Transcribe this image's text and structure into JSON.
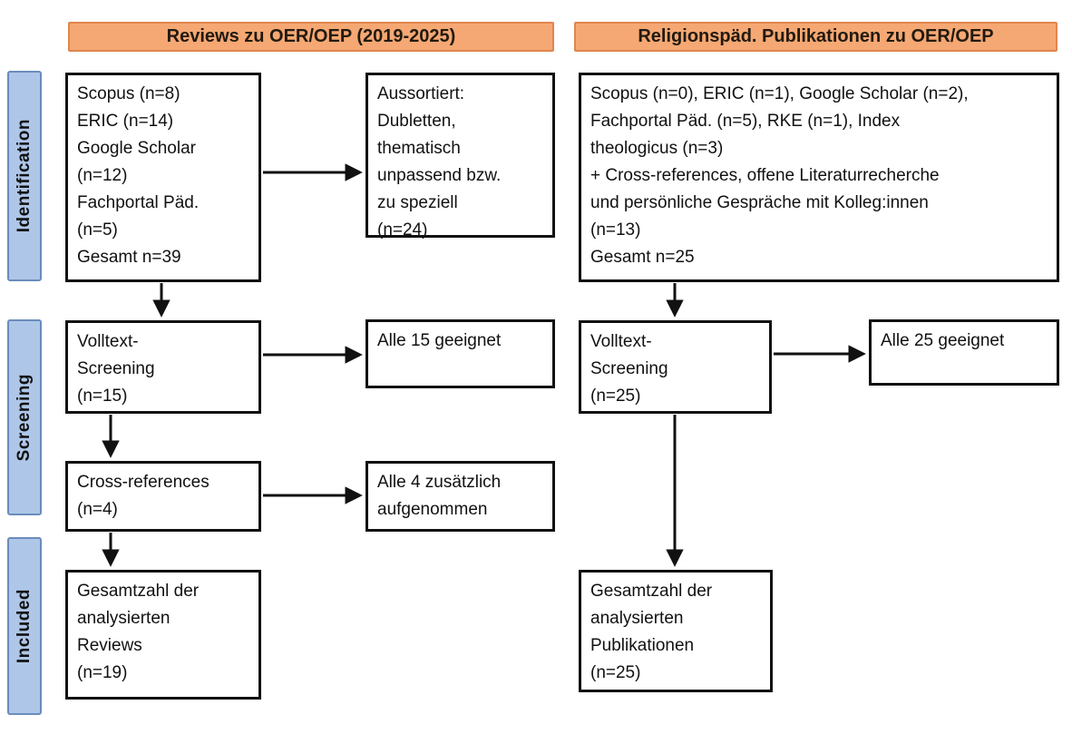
{
  "headers": {
    "left": "Reviews zu OER/OEP (2019-2025)",
    "right": "Religionspäd. Publikationen zu OER/OEP"
  },
  "stages": {
    "identification": "Identification",
    "screening": "Screening",
    "included": "Included"
  },
  "boxes": {
    "left_identification": "Scopus (n=8)\nERIC (n=14)\nGoogle Scholar\n(n=12)\nFachportal Päd.\n(n=5)\nGesamt n=39",
    "excluded": "Aussortiert:\nDubletten,\nthematisch\nunpassend bzw.\nzu speziell\n(n=24)",
    "right_identification": "Scopus (n=0), ERIC (n=1), Google Scholar (n=2),\nFachportal Päd. (n=5), RKE (n=1), Index\ntheologicus (n=3)\n+ Cross-references, offene Literaturrecherche\nund persönliche Gespräche mit Kolleg:innen\n(n=13)\nGesamt n=25",
    "left_screening": "Volltext-\nScreening\n(n=15)",
    "left_screening_result": "Alle 15 geeignet",
    "right_screening": "Volltext-\nScreening\n(n=25)",
    "right_screening_result": "Alle 25 geeignet",
    "cross_references": "Cross-references\n(n=4)",
    "cross_references_result": "Alle 4 zusätzlich\naufgenommen",
    "left_included": "Gesamtzahl der\nanalysierten\nReviews\n(n=19)",
    "right_included": "Gesamtzahl der\nanalysierten\nPublikationen\n(n=25)"
  },
  "colors": {
    "header_fill": "#f5a873",
    "header_border": "#e0854e",
    "stage_fill": "#aec6e8",
    "stage_border": "#6b8cba",
    "box_border": "#111111"
  }
}
